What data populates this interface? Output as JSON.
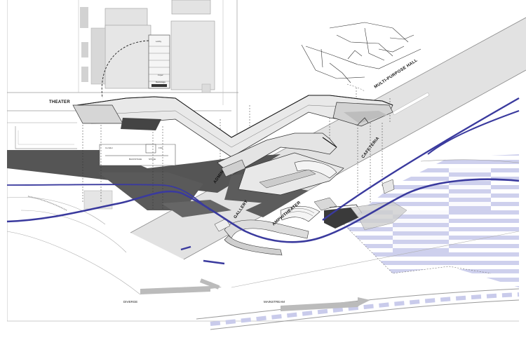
{
  "colors": {
    "background": "#ffffff",
    "building": "#dcdcdc",
    "road": "#e2e2e2",
    "shadow": "#555555",
    "route_blue": "#3a3a9e",
    "checker_blue": "#c9cbeb",
    "flow_arrow": "#bbbbbb"
  },
  "labels": {
    "theater": "THEATER",
    "multipurpose": "MULTI-PURPOSE HALL",
    "cafeteria": "CAFETERIA",
    "admin": "ADMIN",
    "gallery": "GALLERY",
    "amphitheater": "AMPHITHEATER",
    "diverge": "DIVERGE",
    "mainstream": "MAINSTREAM"
  },
  "small_labels": {
    "lobby": "Lobby",
    "foyer": "Foyer",
    "backstage": "Backstage",
    "corridor": "Corridor",
    "stage": "STAGE",
    "backstage_caps": "BACKSTAGE",
    "foh": "FOH"
  },
  "icons": {
    "flow_arrow": "arrow-right-icon"
  }
}
